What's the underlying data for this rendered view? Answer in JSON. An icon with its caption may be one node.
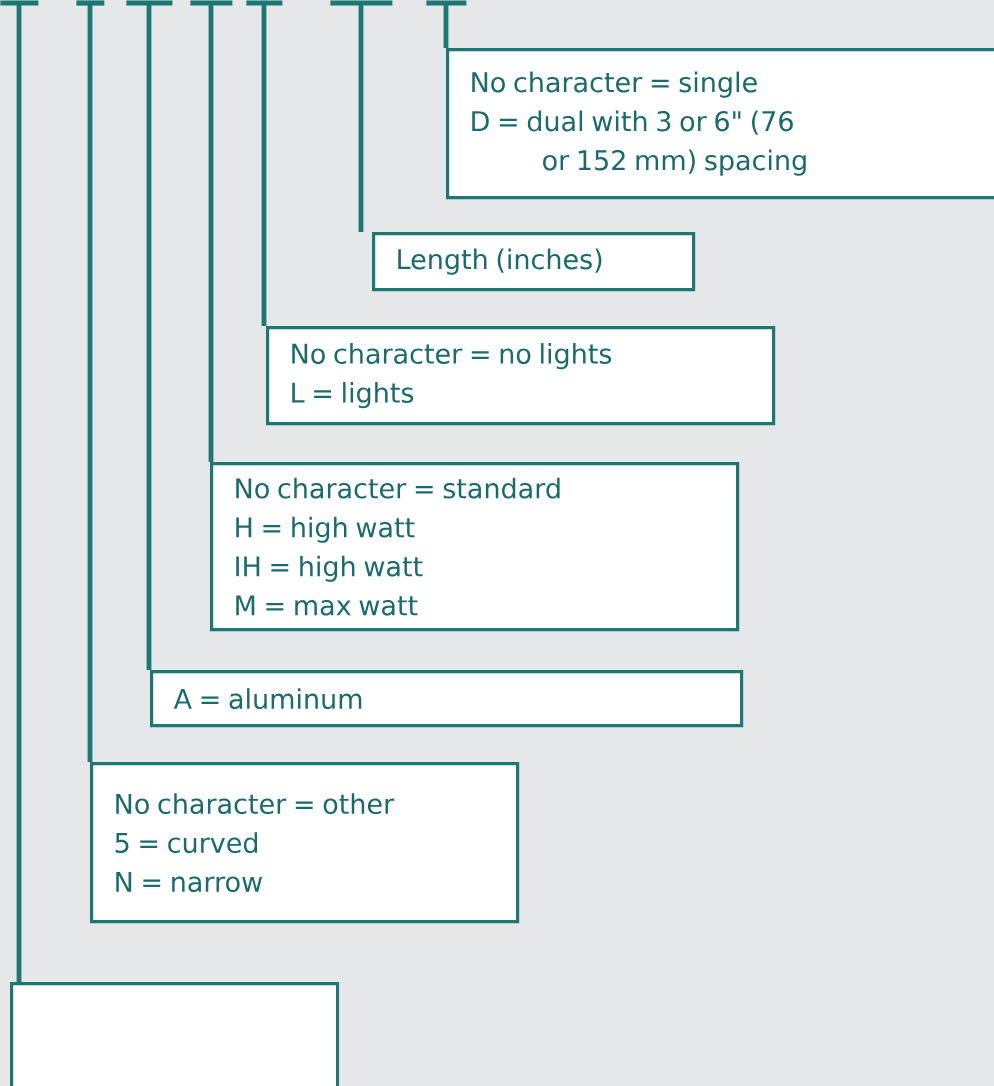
{
  "diagram": {
    "nodes": [
      {
        "text": [],
        "shape": "bar"
      },
      {
        "text": [],
        "shape": "bar"
      },
      {
        "text": [],
        "shape": "bar"
      },
      {
        "text": [],
        "shape": "bar"
      },
      {
        "text": [],
        "shape": "bar"
      },
      {
        "text": [],
        "shape": "bar"
      },
      {
        "text": [],
        "shape": "bar"
      },
      {
        "text": [
          "No character = single",
          "D = dual with 3 or 6\" (76 or 152 mm) spacing"
        ]
      },
      {
        "text": [
          "Length (inches)"
        ]
      },
      {
        "text": [
          "No character = no lights",
          "L = lights"
        ]
      },
      {
        "text": [
          "No character = standard",
          "H = high watt",
          "IH = high watt",
          "M = max watt"
        ]
      },
      {
        "text": [
          "A = aluminum"
        ]
      },
      {
        "text": [
          "No character = other",
          "5 = curved",
          "N = narrow"
        ]
      },
      {
        "text": [],
        "shape": "box"
      }
    ],
    "edges": [
      {
        "from": 6,
        "to": 7,
        "arrow": "none"
      },
      {
        "from": 5,
        "to": 8,
        "arrow": "none"
      },
      {
        "from": 4,
        "to": 9,
        "arrow": "none"
      },
      {
        "from": 3,
        "to": 10,
        "arrow": "none"
      },
      {
        "from": 2,
        "to": 11,
        "arrow": "none"
      },
      {
        "from": 1,
        "to": 12,
        "arrow": "none"
      },
      {
        "from": 0,
        "to": 13,
        "arrow": "none"
      }
    ]
  }
}
